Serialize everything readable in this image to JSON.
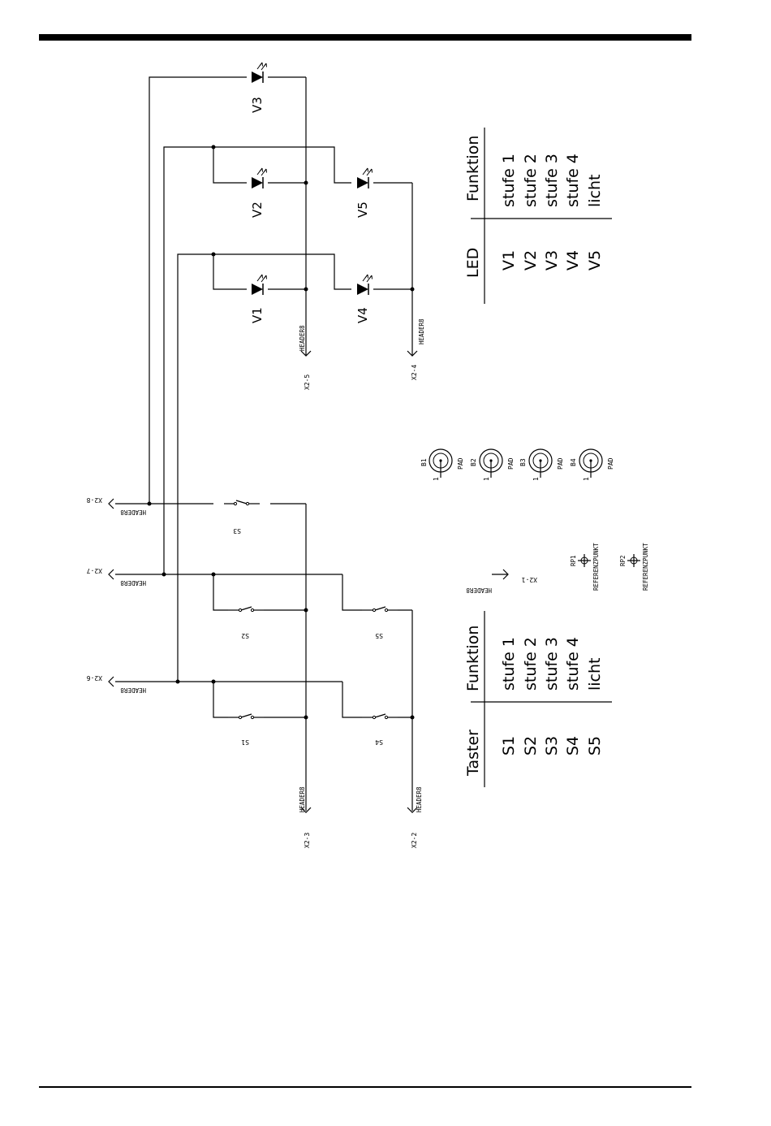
{
  "leds": {
    "v1": "V1",
    "v2": "V2",
    "v3": "V3",
    "v4": "V4",
    "v5": "V5"
  },
  "switches": {
    "s1": "S1",
    "s2": "S2",
    "s3": "S3",
    "s4": "S4",
    "s5": "S5"
  },
  "connectors": {
    "x2_1": "X2-1",
    "x2_2": "X2-2",
    "x2_3": "X2-3",
    "x2_4": "X2-4",
    "x2_5": "X2-5",
    "x2_6": "X2-6",
    "x2_7": "X2-7",
    "x2_8": "X2-8",
    "header": "HEADER8"
  },
  "pads": {
    "b1": "B1",
    "b2": "B2",
    "b3": "B3",
    "b4": "B4",
    "pad": "PAD",
    "pin": "1"
  },
  "refpoints": {
    "rp1": "RP1",
    "rp2": "RP2",
    "label": "REFERENZPUNKT"
  },
  "led_table": {
    "col1": "LED",
    "col2": "Funktion",
    "rows": [
      {
        "id": "V1",
        "func": "stufe 1"
      },
      {
        "id": "V2",
        "func": "stufe 2"
      },
      {
        "id": "V3",
        "func": "stufe 3"
      },
      {
        "id": "V4",
        "func": "stufe 4"
      },
      {
        "id": "V5",
        "func": "licht"
      }
    ]
  },
  "switch_table": {
    "col1": "Taster",
    "col2": "Funktion",
    "rows": [
      {
        "id": "S1",
        "func": "stufe 1"
      },
      {
        "id": "S2",
        "func": "stufe 2"
      },
      {
        "id": "S3",
        "func": "stufe 3"
      },
      {
        "id": "S4",
        "func": "stufe 4"
      },
      {
        "id": "S5",
        "func": "licht"
      }
    ]
  }
}
